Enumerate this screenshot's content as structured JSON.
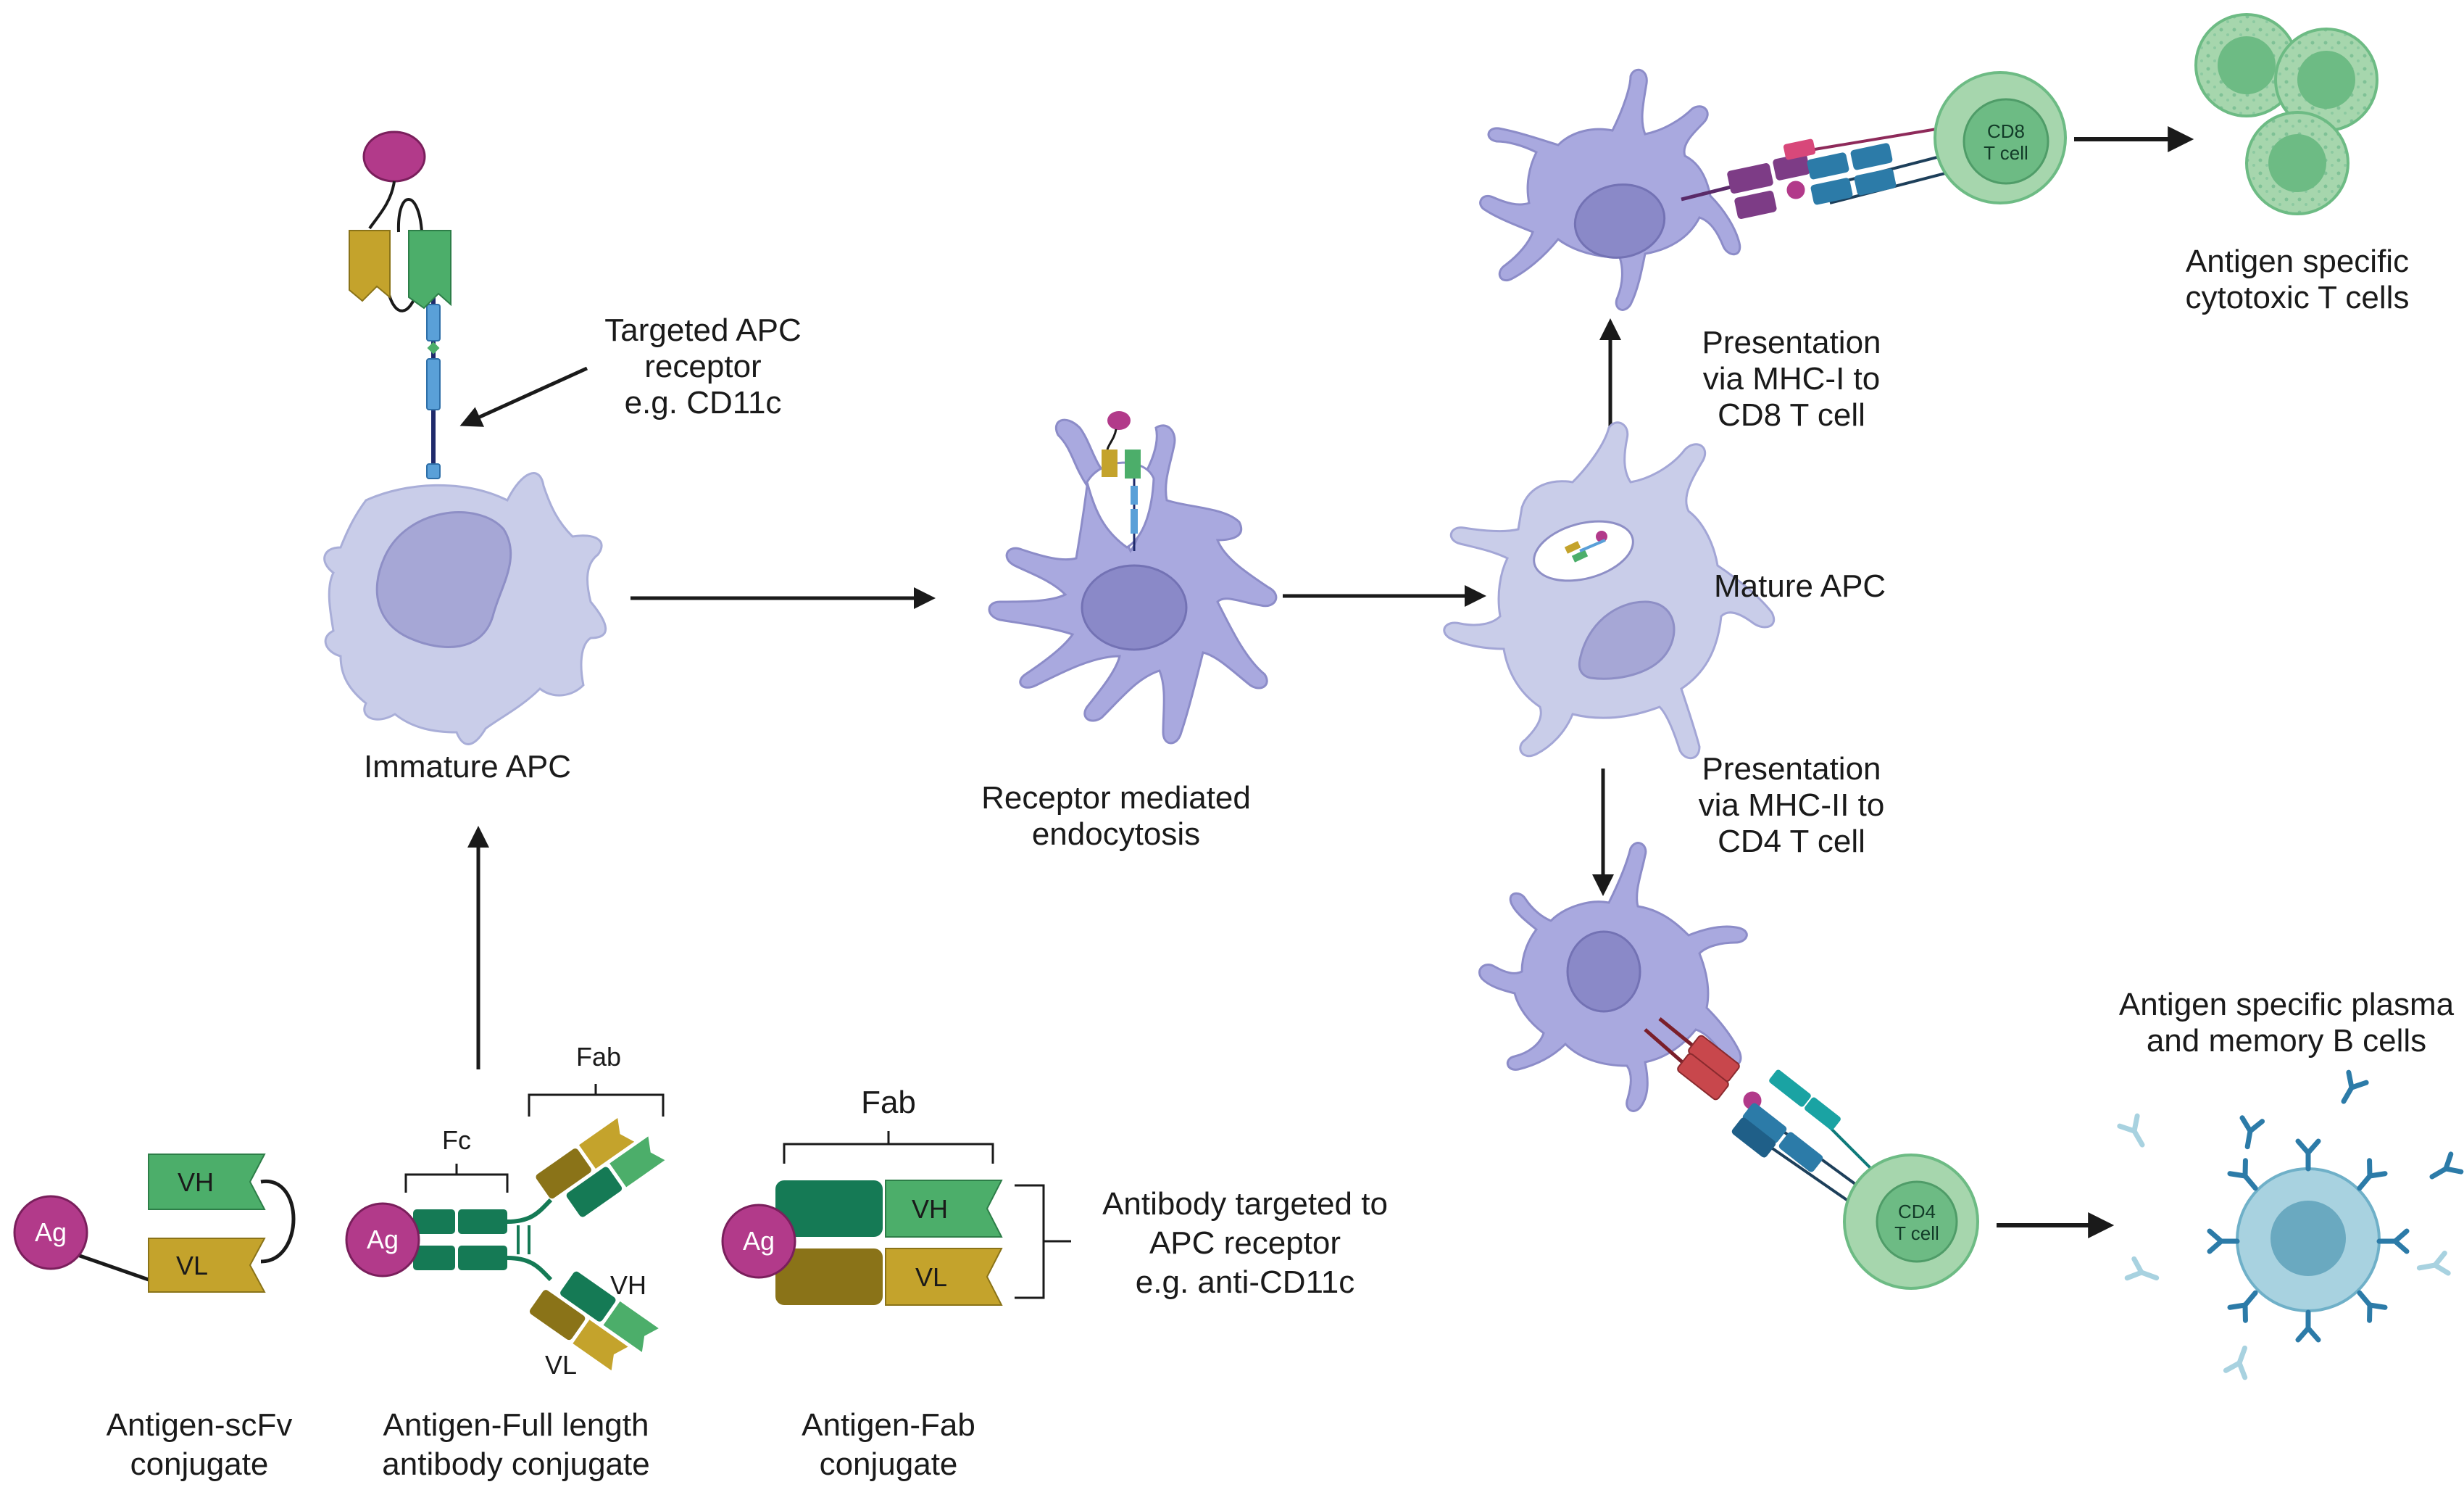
{
  "labels": {
    "targeted_receptor": [
      "Targeted APC",
      "receptor",
      "e.g. CD11c"
    ],
    "immature_apc": "Immature APC",
    "receptor_endocytosis": [
      "Receptor mediated",
      "endocytosis"
    ],
    "mature_apc": "Mature APC",
    "mhc1_presentation": [
      "Presentation",
      "via MHC-I to",
      "CD8 T cell"
    ],
    "mhc2_presentation": [
      "Presentation",
      "via MHC-II to",
      "CD4 T cell"
    ],
    "cytotoxic_t": [
      "Antigen specific",
      "cytotoxic T cells"
    ],
    "plasma_b": [
      "Antigen specific plasma",
      "and memory B cells"
    ],
    "cd8_cell": [
      "CD8",
      "T cell"
    ],
    "cd4_cell": [
      "CD4",
      "T cell"
    ],
    "scfv_conjugate": [
      "Antigen-scFv",
      "conjugate"
    ],
    "full_conjugate": [
      "Antigen-Full length",
      "antibody conjugate"
    ],
    "fab_conjugate": [
      "Antigen-Fab",
      "conjugate"
    ],
    "antibody_targeted": [
      "Antibody targeted to",
      "APC receptor",
      "e.g. anti-CD11c"
    ],
    "ag": "Ag",
    "vh": "VH",
    "vl": "VL",
    "fc": "Fc",
    "fab": "Fab"
  },
  "colors": {
    "apc_immature": "#c9cde9",
    "apc": "#a9a9df",
    "apc_nucleus": "#8a89c8",
    "t_cell": "#a6d6ad",
    "t_nucleus": "#6dbb84",
    "antigen": "#b23a8a",
    "gold": "#c4a32c",
    "green": "#4cae6a",
    "dark_green": "#157a55",
    "blue_receptor": "#5aa0d8",
    "tcr_blue": "#2c7ba8",
    "mhc_purple": "#7d3c86",
    "mhc2_red": "#c8474c",
    "arrow": "#1a1a1a"
  },
  "icons": [
    "arrow-right-icon",
    "arrow-up-icon",
    "arrow-down-icon",
    "antibody-y-icon"
  ]
}
